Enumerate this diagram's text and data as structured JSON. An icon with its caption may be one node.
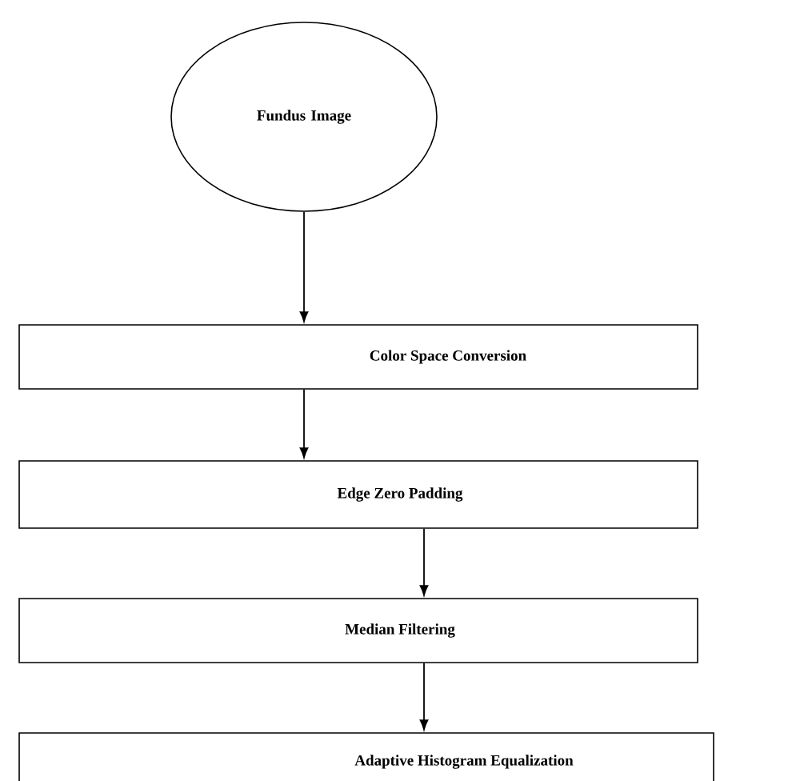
{
  "diagram": {
    "nodes": [
      {
        "text": [
          "Fundus Image"
        ]
      },
      {
        "text": [
          "Color Space Conversion"
        ]
      },
      {
        "text": [
          "Edge Zero Padding"
        ]
      },
      {
        "text": [
          "Median Filtering"
        ]
      },
      {
        "text": [
          "Adaptive Histogram Equalization"
        ]
      }
    ],
    "edges": [
      {
        "from": 0,
        "to": 1,
        "arrow": "to"
      },
      {
        "from": 1,
        "to": 2,
        "arrow": "to"
      },
      {
        "from": 2,
        "to": 3,
        "arrow": "to"
      },
      {
        "from": 3,
        "to": 4,
        "arrow": "to"
      }
    ]
  }
}
